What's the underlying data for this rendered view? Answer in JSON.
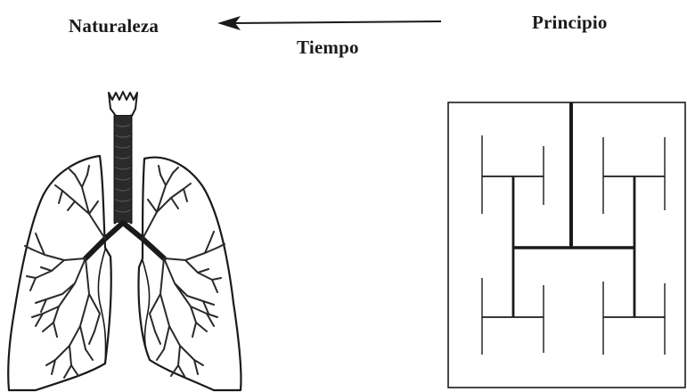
{
  "labels": {
    "nature": "Naturaleza",
    "principle": "Principio",
    "time": "Tiempo"
  },
  "colors": {
    "ink": "#1a1a1a",
    "tree_ink": "#3a3a3a",
    "background": "#ffffff"
  },
  "icons": {
    "arrow": "arrow-left-icon",
    "lungs": "lungs-icon",
    "h_tree": "h-tree-fractal-icon"
  }
}
